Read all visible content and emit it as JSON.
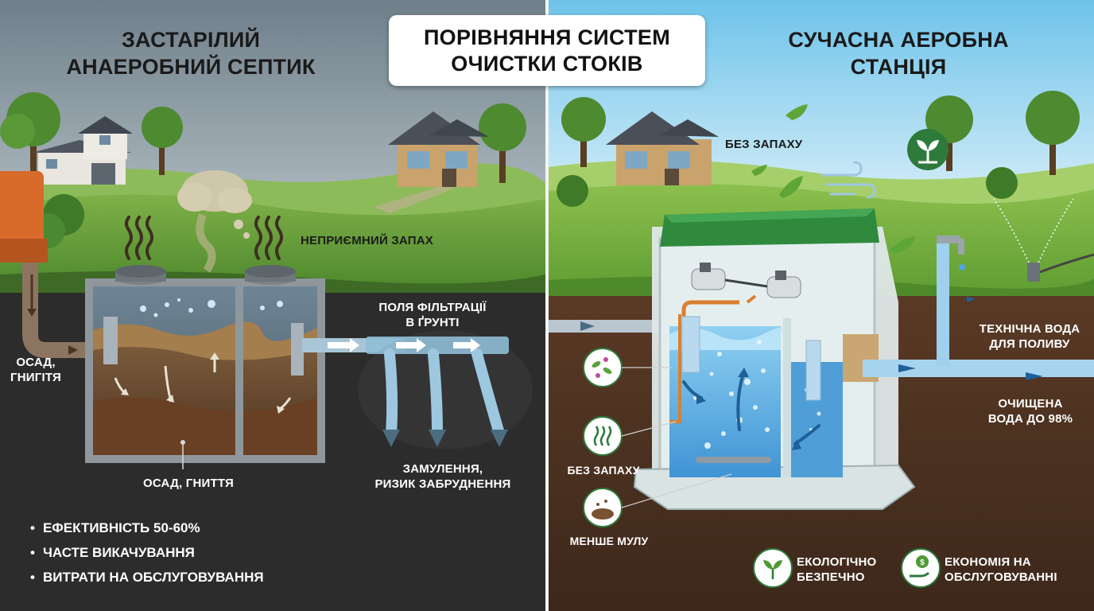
{
  "center_title": {
    "line1": "ПОРІВНЯННЯ СИСТЕМ",
    "line2": "ОЧИСТКИ СТОКІВ"
  },
  "left": {
    "title_line1": "ЗАСТАРІЛИЙ",
    "title_line2": "АНАЕРОБНИЙ СЕПТИК",
    "smell_label": "НЕПРИЄМНИЙ ЗАПАХ",
    "fields_line1": "ПОЛЯ ФІЛЬТРАЦІЇ",
    "fields_line2": "В ҐРУНТІ",
    "sediment_side_line1": "ОСАД,",
    "sediment_side_line2": "ГНИГІТЯ",
    "sediment_bottom": "ОСАД, ГНИТТЯ",
    "silting_line1": "ЗАМУЛЕННЯ,",
    "silting_line2": "РИЗИК ЗАБРУДНЕННЯ",
    "bullets": [
      "ЕФЕКТИВНІСТЬ 50-60%",
      "ЧАСТЕ ВИКАЧУВАННЯ",
      "ВИТРАТИ НА ОБСЛУГОВУВАННЯ"
    ]
  },
  "right": {
    "title_line1": "СУЧАСНА АЕРОБНА",
    "title_line2": "СТАНЦІЯ",
    "no_smell_top": "БЕЗ ЗАПАХУ",
    "tech_water_line1": "ТЕХНІЧНА ВОДА",
    "tech_water_line2": "ДЛЯ ПОЛИВУ",
    "cleaned_line1": "ОЧИЩЕНА",
    "cleaned_line2": "ВОДА ДО 98%",
    "no_smell_badge": "БЕЗ ЗАПАХУ",
    "less_sludge": "МЕНШЕ МУЛУ",
    "eco_line1": "ЕКОЛОГІЧНО",
    "eco_line2": "БЕЗПЕЧНО",
    "economy_line1": "ЕКОНОМІЯ НА",
    "economy_line2": "ОБСЛУГОВУВАННІ"
  },
  "icons": [
    "house-icon",
    "tree-icon",
    "smell-wave-icon",
    "cloud-icon",
    "leaf-icon",
    "wind-icon",
    "bacteria-icon",
    "sludge-icon",
    "faucet-icon",
    "sprinkler-icon",
    "compressor-icon",
    "plant-icon",
    "money-hand-icon"
  ],
  "colors": {
    "left_sky": "#7a8b96",
    "left_ground": "#2b2b2b",
    "right_sky": "#8fd1ee",
    "right_ground": "#4a3121",
    "grass": "#6fa63c",
    "water": "#5fb2e6",
    "lid_green": "#2f8a3e",
    "eco_green": "#2d7a3a"
  }
}
